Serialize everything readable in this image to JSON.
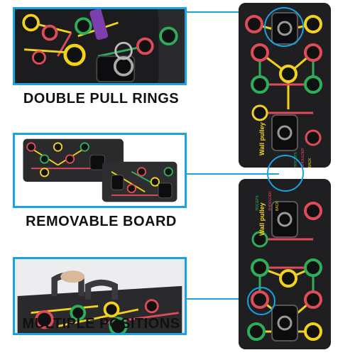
{
  "captions": {
    "double_pull_rings": "DOUBLE PULL RINGS",
    "removable_board": "REMOVABLE BOARD",
    "multiple_positions": "MULTIPLE POSITIONS"
  },
  "board": {
    "wall_pulley_label": "Wall pulley",
    "side_labels": [
      "TRICEPS",
      "SHOULDER",
      "BACK"
    ]
  },
  "colors": {
    "accent_blue": "#1aa3e0",
    "board": "#1f1f22",
    "line_yellow": "#f2d21b",
    "line_green": "#2fae5a",
    "line_red": "#e04b5a"
  }
}
